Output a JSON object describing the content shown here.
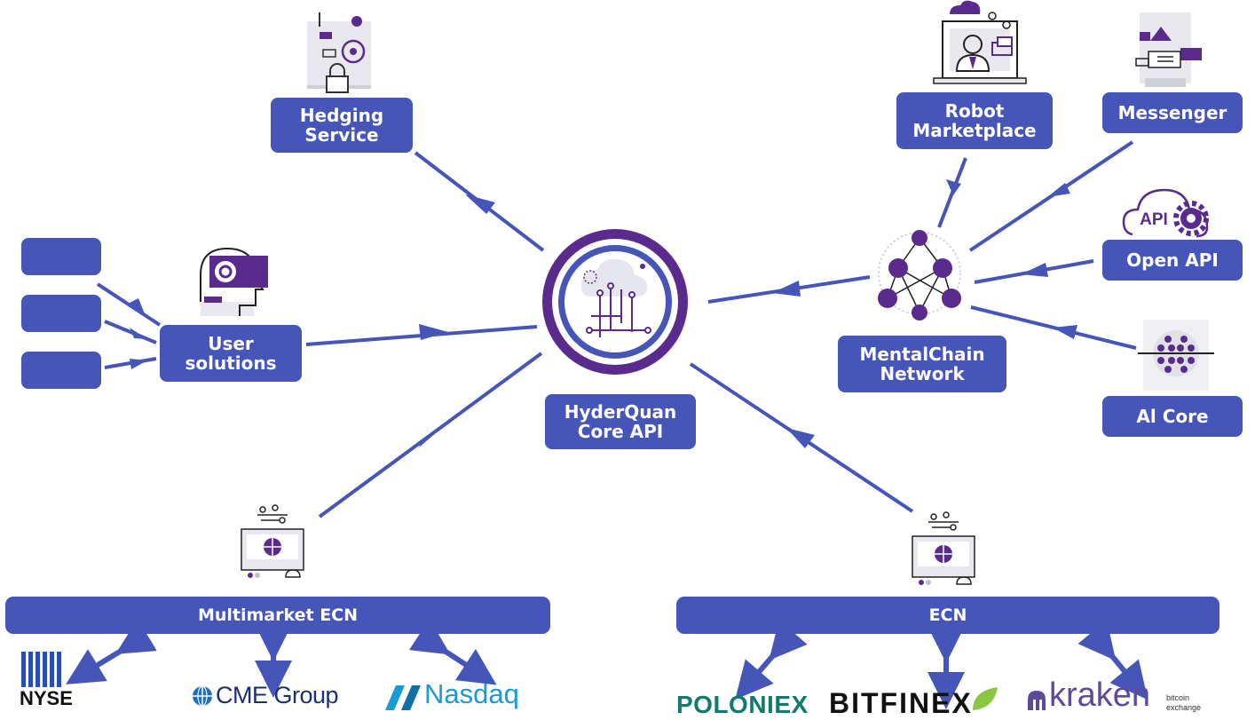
{
  "colors": {
    "box": "#4655b8",
    "accent": "#5a2b8c",
    "connector": "#4655b8"
  },
  "nodes": {
    "hedging": "Hedging\nService",
    "user_solutions": "User\nsolutions",
    "core": "HyderQuan\nCore API",
    "robot_marketplace": "Robot\nMarketplace",
    "messenger": "Messenger",
    "open_api": "Open API",
    "mentalchain": "MentalChain\nNetwork",
    "ai_core": "Al Core",
    "multimarket_ecn": "Multimarket ECN",
    "ecn": "ECN",
    "api_badge": "API"
  },
  "exchanges": {
    "nyse": "NYSE",
    "cme": "CME Group",
    "nasdaq": "Nasdaq",
    "poloniex": "POLONIEX",
    "bitfinex": "BITFINEX",
    "kraken": "kraken",
    "kraken_sub1": "bitcoin",
    "kraken_sub2": "exchange"
  },
  "icons": [
    "safe-icon",
    "head-gear-icon",
    "cloud-circuit-icon",
    "robot-laptop-icon",
    "messenger-device-icon",
    "api-cloud-gear-icon",
    "neural-network-icon",
    "ai-chip-icon",
    "monitor-globe-icon"
  ]
}
